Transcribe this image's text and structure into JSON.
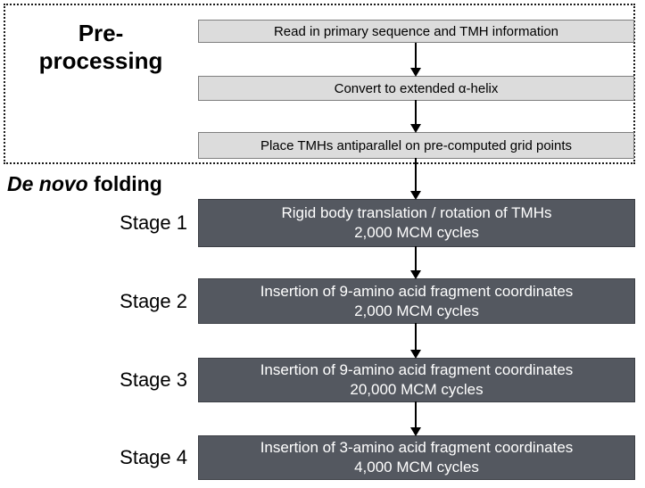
{
  "diagram": {
    "preprocessing": {
      "section_label": "Pre-\nprocessing",
      "steps": [
        "Read in primary sequence and TMH information",
        "Convert to extended α-helix",
        "Place TMHs antiparallel on pre-computed grid points"
      ]
    },
    "de_novo": {
      "heading_italic": "De novo",
      "heading_rest": " folding",
      "stages": [
        {
          "label": "Stage 1",
          "line1": "Rigid body translation / rotation of TMHs",
          "line2": "2,000 MCM cycles"
        },
        {
          "label": "Stage 2",
          "line1": "Insertion of 9-amino acid fragment coordinates",
          "line2": "2,000 MCM cycles"
        },
        {
          "label": "Stage 3",
          "line1": "Insertion of 9-amino acid fragment coordinates",
          "line2": "20,000 MCM cycles"
        },
        {
          "label": "Stage 4",
          "line1": "Insertion of 3-amino acid fragment coordinates",
          "line2": "4,000 MCM cycles"
        }
      ]
    },
    "colors": {
      "light_box_bg": "#dcdcdc",
      "light_box_border": "#7f7f7f",
      "dark_box_bg": "#545860",
      "dark_box_border": "#3c3f45",
      "text_dark": "#000000",
      "text_light": "#ffffff",
      "arrow": "#000000"
    }
  }
}
